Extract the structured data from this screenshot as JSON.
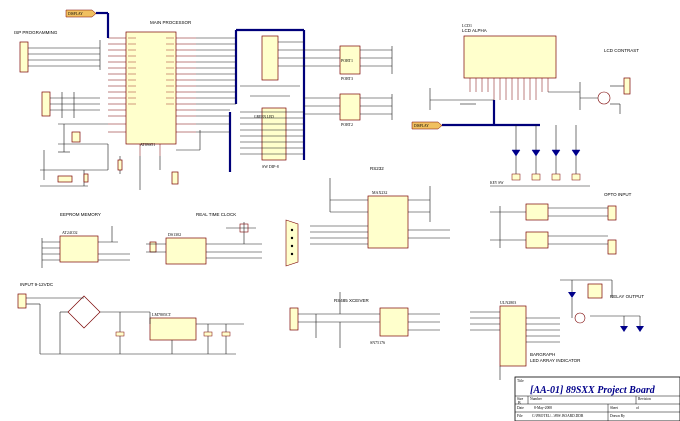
{
  "labels": {
    "main_processor": "MAIN PROCESSOR",
    "isp_programming": "ISP PROGRAMMING",
    "lcd_alpha": "LCD ALPHA",
    "lcd_contrast": "LCD CONTRAST",
    "eeprom_memory": "EEPROM MEMORY",
    "real_time_clock": "REAL TIME CLOCK",
    "rs232": "RS232",
    "input_power": "INPUT 9-12VDC",
    "rs485": "RS485 XCEIVER",
    "opto_input": "OPTO INPUT",
    "bargraph": "BARGRAPH",
    "led_array": "LED ARRAY INDICATOR",
    "relay_output": "RELAY OUTPUT",
    "sw_dip": "SW DIP-8",
    "green_led": "GREEN LED",
    "display_tag_top": "DISPLAY",
    "display_tag_right": "DISPLAY",
    "keypad_label": "KEY SW"
  },
  "parts": {
    "mcu": "AT89S51",
    "eeprom": "AT24C02",
    "rtc": "DS1302",
    "max232": "MAX232",
    "regulator": "LM7805CT",
    "rs485_chip": "SN75176",
    "bargraph_chip": "ULN2803",
    "u_lcd": "LCD1",
    "port1": "PORT1",
    "port2": "PORT2",
    "port3": "PORT3"
  },
  "title_block": {
    "title_hdr": "Title",
    "title": "[AA-01] 89SXX Project Board",
    "size_hdr": "Size",
    "size": "B",
    "number_hdr": "Number",
    "revision_hdr": "Revision",
    "date_hdr": "Date",
    "date": "8-May-2008",
    "file_hdr": "File",
    "file": "C:\\PROTEL\\...\\89S\\ BOARD.DDB",
    "sheet_hdr": "Sheet",
    "sheet_of": "of",
    "drawn_hdr": "Drawn By"
  },
  "colors": {
    "wire": "#1a1a1a",
    "bus": "#00007a",
    "part_outline": "#7a0000",
    "part_fill": "#ffffcc",
    "title_text": "#00008a",
    "net_tag": "#f0c060"
  }
}
